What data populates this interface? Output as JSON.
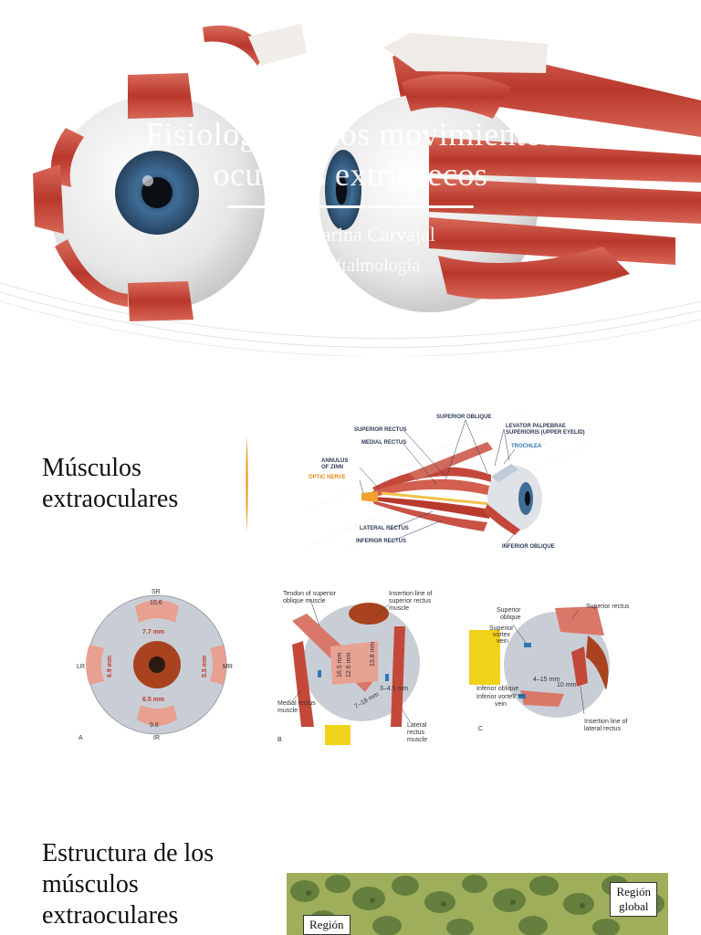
{
  "slide1": {
    "title_line1": "Fisiología de los movimientos",
    "title_line2": "oculares extrínsecos",
    "author": "Ana Marina Carvajal",
    "subtitle": "Neurooftalmología"
  },
  "slide2": {
    "heading_line1": "Músculos",
    "heading_line2": "extraoculares",
    "diagram_labels": {
      "superior_oblique": "SUPERIOR OBLIQUE",
      "superior_rectus": "SUPERIOR RECTUS",
      "medial_rectus": "MEDIAL RECTUS",
      "levator_line1": "LEVATOR PALPEBRAE",
      "levator_line2": "SUPERIORIS (UPPER EYELID)",
      "trochlea": "TROCHLEA",
      "annulus_line1": "ANNULUS",
      "annulus_line2": "OF ZINN",
      "optic_nerve": "OPTIC NERVE",
      "lateral_rectus": "LATERAL RECTUS",
      "inferior_rectus": "INFERIOR RECTUS",
      "inferior_oblique": "INFERIOR OBLIQUE"
    },
    "panel_a": {
      "sr": "SR",
      "ir": "IR",
      "lr": "LR",
      "mr": "MR",
      "w_top": "10.6",
      "w_bottom": "9.8",
      "d_top": "7.7 mm",
      "d_bottom": "6.5 mm",
      "d_left": "6.9 mm",
      "d_right": "5.5 mm",
      "letter": "A"
    },
    "panel_b": {
      "tendon_line1": "Tendon of superior",
      "tendon_line2": "oblique muscle",
      "insertion_line1": "Insertion line of",
      "insertion_line2": "superior rectus",
      "insertion_line3": "muscle",
      "medial_line1": "Medial rectus",
      "medial_line2": "muscle",
      "lateral_line1": "Lateral",
      "lateral_line2": "rectus",
      "lateral_line3": "muscle",
      "m1": "16.5 mm",
      "m2": "12.6 mm",
      "m3": "13.8 mm",
      "m4": "3–4.5 mm",
      "m5": "7–18 mm",
      "letter": "B"
    },
    "panel_c": {
      "superior_oblique_line1": "Superior",
      "superior_oblique_line2": "oblique",
      "superior_rectus": "Superior rectus",
      "vortex_line1": "Superior",
      "vortex_line2": "vortex",
      "vortex_line3": "vein",
      "inferior_oblique": "Inferior oblique",
      "inferior_vortex_line1": "Inferior vortex",
      "inferior_vortex_line2": "vein",
      "insertion_line1": "Insertion line of",
      "insertion_line2": "lateral rectus",
      "m1": "4–15 mm",
      "m2": "10 mm",
      "letter": "C"
    }
  },
  "slide3": {
    "heading_line1": "Estructura de los",
    "heading_line2": "músculos",
    "heading_line3": "extraoculares",
    "region_global_line1": "Región",
    "region_global_line2": "global",
    "region_orbital": "Región"
  },
  "colors": {
    "muscle": "#c0473a",
    "accent_orange": "#f0a030",
    "iris_blue": "#3f6d95"
  }
}
